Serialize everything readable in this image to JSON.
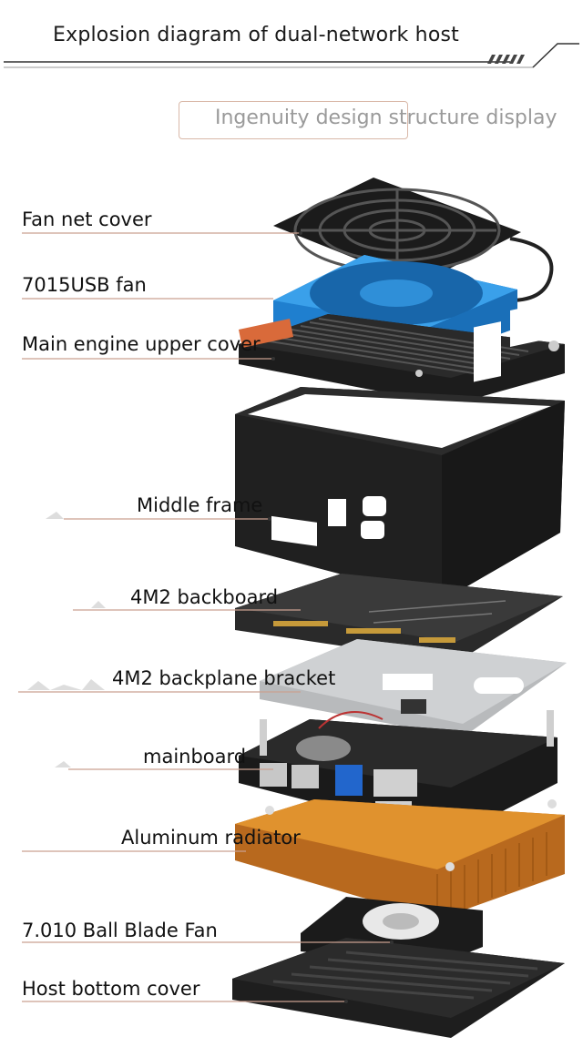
{
  "header": {
    "title": "Explosion diagram of dual-network host",
    "subtitle": "Ingenuity design structure display"
  },
  "labels": [
    {
      "id": "fan-net-cover",
      "text": "Fan net cover"
    },
    {
      "id": "usb-fan",
      "text": "7015USB fan"
    },
    {
      "id": "upper-cover",
      "text": "Main engine upper cover"
    },
    {
      "id": "middle-frame",
      "text": "Middle frame"
    },
    {
      "id": "m2-backboard",
      "text": "4M2 backboard"
    },
    {
      "id": "m2-bracket",
      "text": "4M2 backplane bracket"
    },
    {
      "id": "mainboard",
      "text": "mainboard"
    },
    {
      "id": "aluminum-radiator",
      "text": "Aluminum radiator"
    },
    {
      "id": "ball-blade-fan",
      "text": "7.010 Ball Blade Fan"
    },
    {
      "id": "bottom-cover",
      "text": "Host bottom cover"
    }
  ],
  "colors": {
    "leader_line": "#c9a090",
    "fan_blue": "#2f8fd8",
    "radiator_orange": "#d98a2a",
    "metal_dark": "#1e1e1e",
    "bracket_silver": "#b8babc"
  }
}
